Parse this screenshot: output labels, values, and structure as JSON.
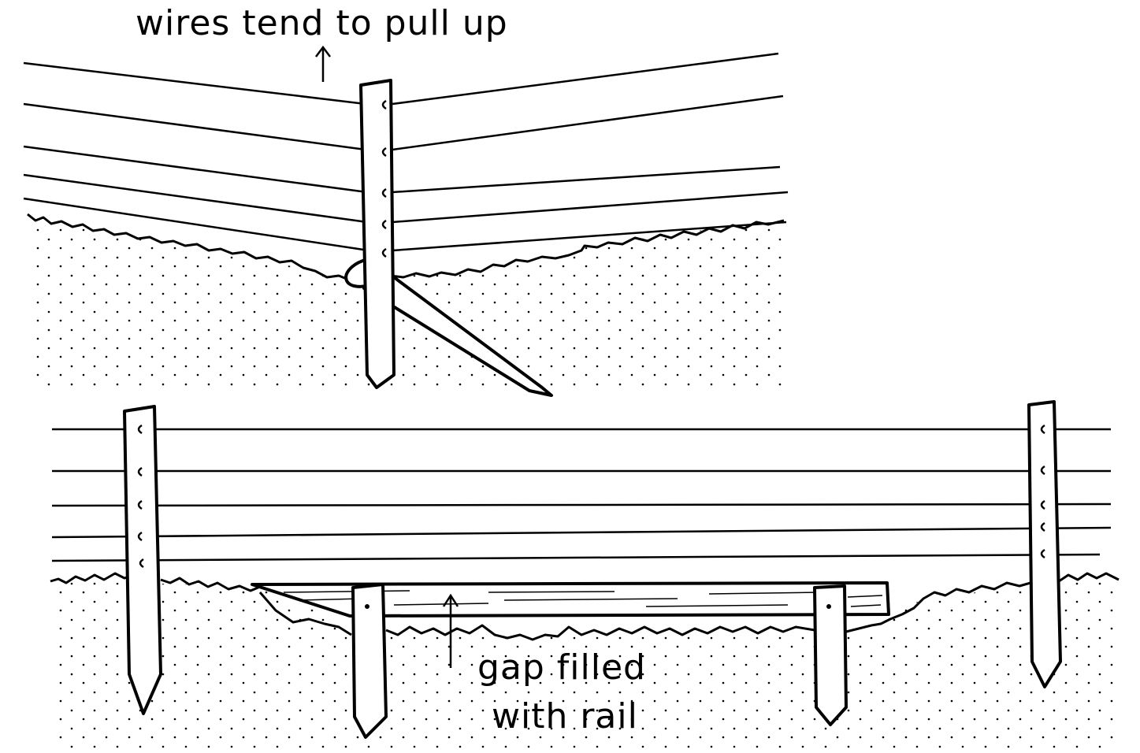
{
  "labels": {
    "wires_pull_up": "wires tend to pull up",
    "gap_line1": "gap filled",
    "gap_line2": "with rail"
  },
  "colors": {
    "ink": "#000000",
    "paper": "#ffffff"
  }
}
